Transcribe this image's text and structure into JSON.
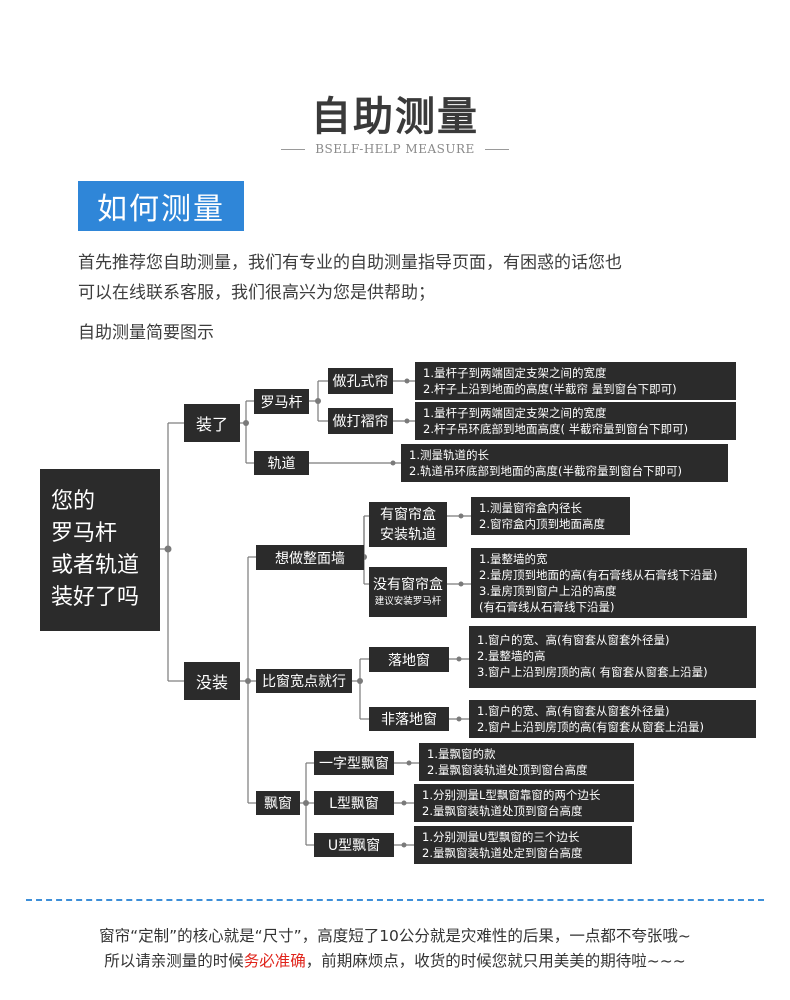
{
  "header": {
    "title": "自助测量",
    "subtitle": "BSELF-HELP MEASURE"
  },
  "section": {
    "heading": "如何测量",
    "intro_line1": "首先推荐您自助测量，我们有专业的自助测量指导页面，有困惑的话您也",
    "intro_line2": "可以在线联系客服，我们很高兴为您是供帮助；",
    "diagram_caption": "自助测量简要图示"
  },
  "diagram": {
    "root": [
      "您的",
      "罗马杆",
      "或者轨道",
      "装好了吗"
    ],
    "installed": {
      "label": "装了",
      "roman_rod": {
        "label": "罗马杆",
        "hole_curtain": {
          "label": "做孔式帘",
          "notes": [
            "1.量杆子到两端固定支架之间的宽度",
            "2.杆子上沿到地面的高度(半截帘 量到窗台下即可)"
          ]
        },
        "pleat_curtain": {
          "label": "做打褶帘",
          "notes": [
            "1.量杆子到两端固定支架之间的宽度",
            "2.杆子吊环底部到地面高度( 半截帘量到窗台下即可)"
          ]
        }
      },
      "track": {
        "label": "轨道",
        "notes": [
          "1.测量轨道的长",
          "2.轨道吊环底部到地面的高度(半截帘量到窗台下即可)"
        ]
      }
    },
    "not_installed": {
      "label": "没装",
      "whole_wall": {
        "label": "想做整面墙",
        "with_box": {
          "label_line1": "有窗帘盒",
          "label_line2": "安装轨道",
          "notes": [
            "1.测量窗帘盒内径长",
            "2.窗帘盒内顶到地面高度"
          ]
        },
        "without_box": {
          "label": "没有窗帘盒",
          "sublabel": "建议安装罗马杆",
          "notes": [
            "1.量整墙的宽",
            "2.量房顶到地面的高(有石膏线从石膏线下沿量)",
            "3.量房顶到窗户上沿的高度",
            "(有石膏线从石膏线下沿量)"
          ]
        }
      },
      "wider_than_window": {
        "label": "比窗宽点就行",
        "floor_window": {
          "label": "落地窗",
          "notes": [
            "1.窗户的宽、高(有窗套从窗套外径量)",
            "2.量整墙的高",
            "3.窗户上沿到房顶的高( 有窗套从窗套上沿量)"
          ]
        },
        "non_floor_window": {
          "label": "非落地窗",
          "notes": [
            "1.窗户的宽、高(有窗套从窗套外径量)",
            "2.窗户上沿到房顶的高(有窗套从窗套上沿量)"
          ]
        }
      },
      "bay_window": {
        "label": "飘窗",
        "straight": {
          "label": "一字型飘窗",
          "notes": [
            "1.量飘窗的款",
            "2.量飘窗装轨道处顶到窗台高度"
          ]
        },
        "l_shape": {
          "label": "L型飘窗",
          "notes": [
            "1.分别测量L型飘窗靠窗的两个边长",
            "2.量飘窗装轨道处顶到窗台高度"
          ]
        },
        "u_shape": {
          "label": "U型飘窗",
          "notes": [
            "1.分别测量U型飘窗的三个边长",
            "2.量飘窗装轨道处定到窗台高度"
          ]
        }
      }
    }
  },
  "footer": {
    "line1": "窗帘“定制”的核心就是“尺寸”，高度短了10公分就是灾难性的后果，一点都不夸张哦~",
    "line2_prefix": "所以请亲测量的时候",
    "line2_highlight": "务必准确",
    "line2_suffix": "，前期麻烦点，收货的时候您就只用美美的期待啦~~~"
  },
  "colors": {
    "accent_blue": "#2f86d8",
    "node_dark": "#2b2b2b",
    "highlight_red": "#e0241b",
    "connector_gray": "#7a7a7a"
  }
}
